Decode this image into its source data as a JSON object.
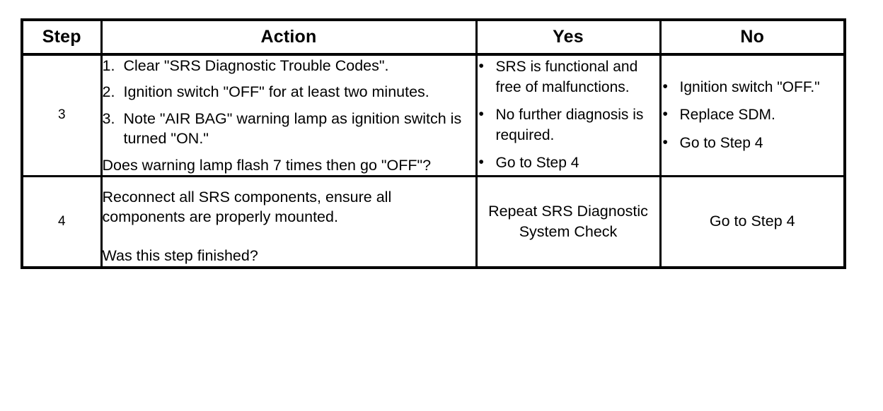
{
  "table": {
    "headers": [
      "Step",
      "Action",
      "Yes",
      "No"
    ],
    "rows": [
      {
        "step": "3",
        "action": {
          "numbered_items": [
            {
              "num": "1.",
              "text": "Clear \"SRS Diagnostic Trouble Codes\"."
            },
            {
              "num": "2.",
              "text": "Ignition switch \"OFF\" for at least two minutes."
            },
            {
              "num": "3.",
              "text": "Note \"AIR BAG\" warning lamp as ignition switch is turned \"ON.\""
            }
          ],
          "question": "Does warning lamp flash 7 times then go \"OFF\"?"
        },
        "yes": {
          "bullets": [
            "SRS is functional and free of malfunctions.",
            "No further diagnosis is required.",
            "Go to Step 4"
          ]
        },
        "no": {
          "bullets": [
            "Ignition switch \"OFF.\"",
            "Replace SDM.",
            "Go to Step 4"
          ]
        }
      },
      {
        "step": "4",
        "action": {
          "paragraph": "Reconnect all SRS components, ensure all components are properly mounted.",
          "question": "Was this step finished?"
        },
        "yes": {
          "text": "Repeat SRS Diagnostic System Check"
        },
        "no": {
          "text": "Go to Step 4"
        }
      }
    ]
  },
  "symbols": {
    "bullet": "•"
  },
  "colors": {
    "border": "#000000",
    "text": "#000000",
    "background": "#ffffff"
  }
}
